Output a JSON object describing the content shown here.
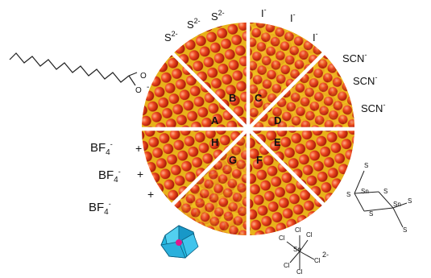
{
  "figure": {
    "sector_labels": [
      "A",
      "B",
      "C",
      "D",
      "E",
      "F",
      "G",
      "H"
    ],
    "ligands": {
      "sulfide": {
        "base": "S",
        "charge": "2-"
      },
      "iodide": {
        "base": "I",
        "charge": "-"
      },
      "thiocyanate": {
        "base": "SCN",
        "charge": "-"
      },
      "fluoroborate": {
        "base": "BF",
        "sub": "4",
        "charge": "-",
        "sign": "+"
      }
    },
    "molecule_labels": {
      "carboxylate_o1": "O",
      "carboxylate_o2": "O",
      "carboxylate_minus": "-",
      "sn2s6_s": "S",
      "sn2s6_sn": "Sn",
      "sncl6_cl": "Cl",
      "sncl6_sn": "Sn",
      "sncl6_charge": "2-"
    },
    "colors": {
      "particle_red": "#e23a1c",
      "particle_yellow": "#f4c21a",
      "divider": "#ffffff",
      "polyoxometalate": "#22b8e0",
      "polyoxometalate_core": "#e0188c"
    }
  }
}
